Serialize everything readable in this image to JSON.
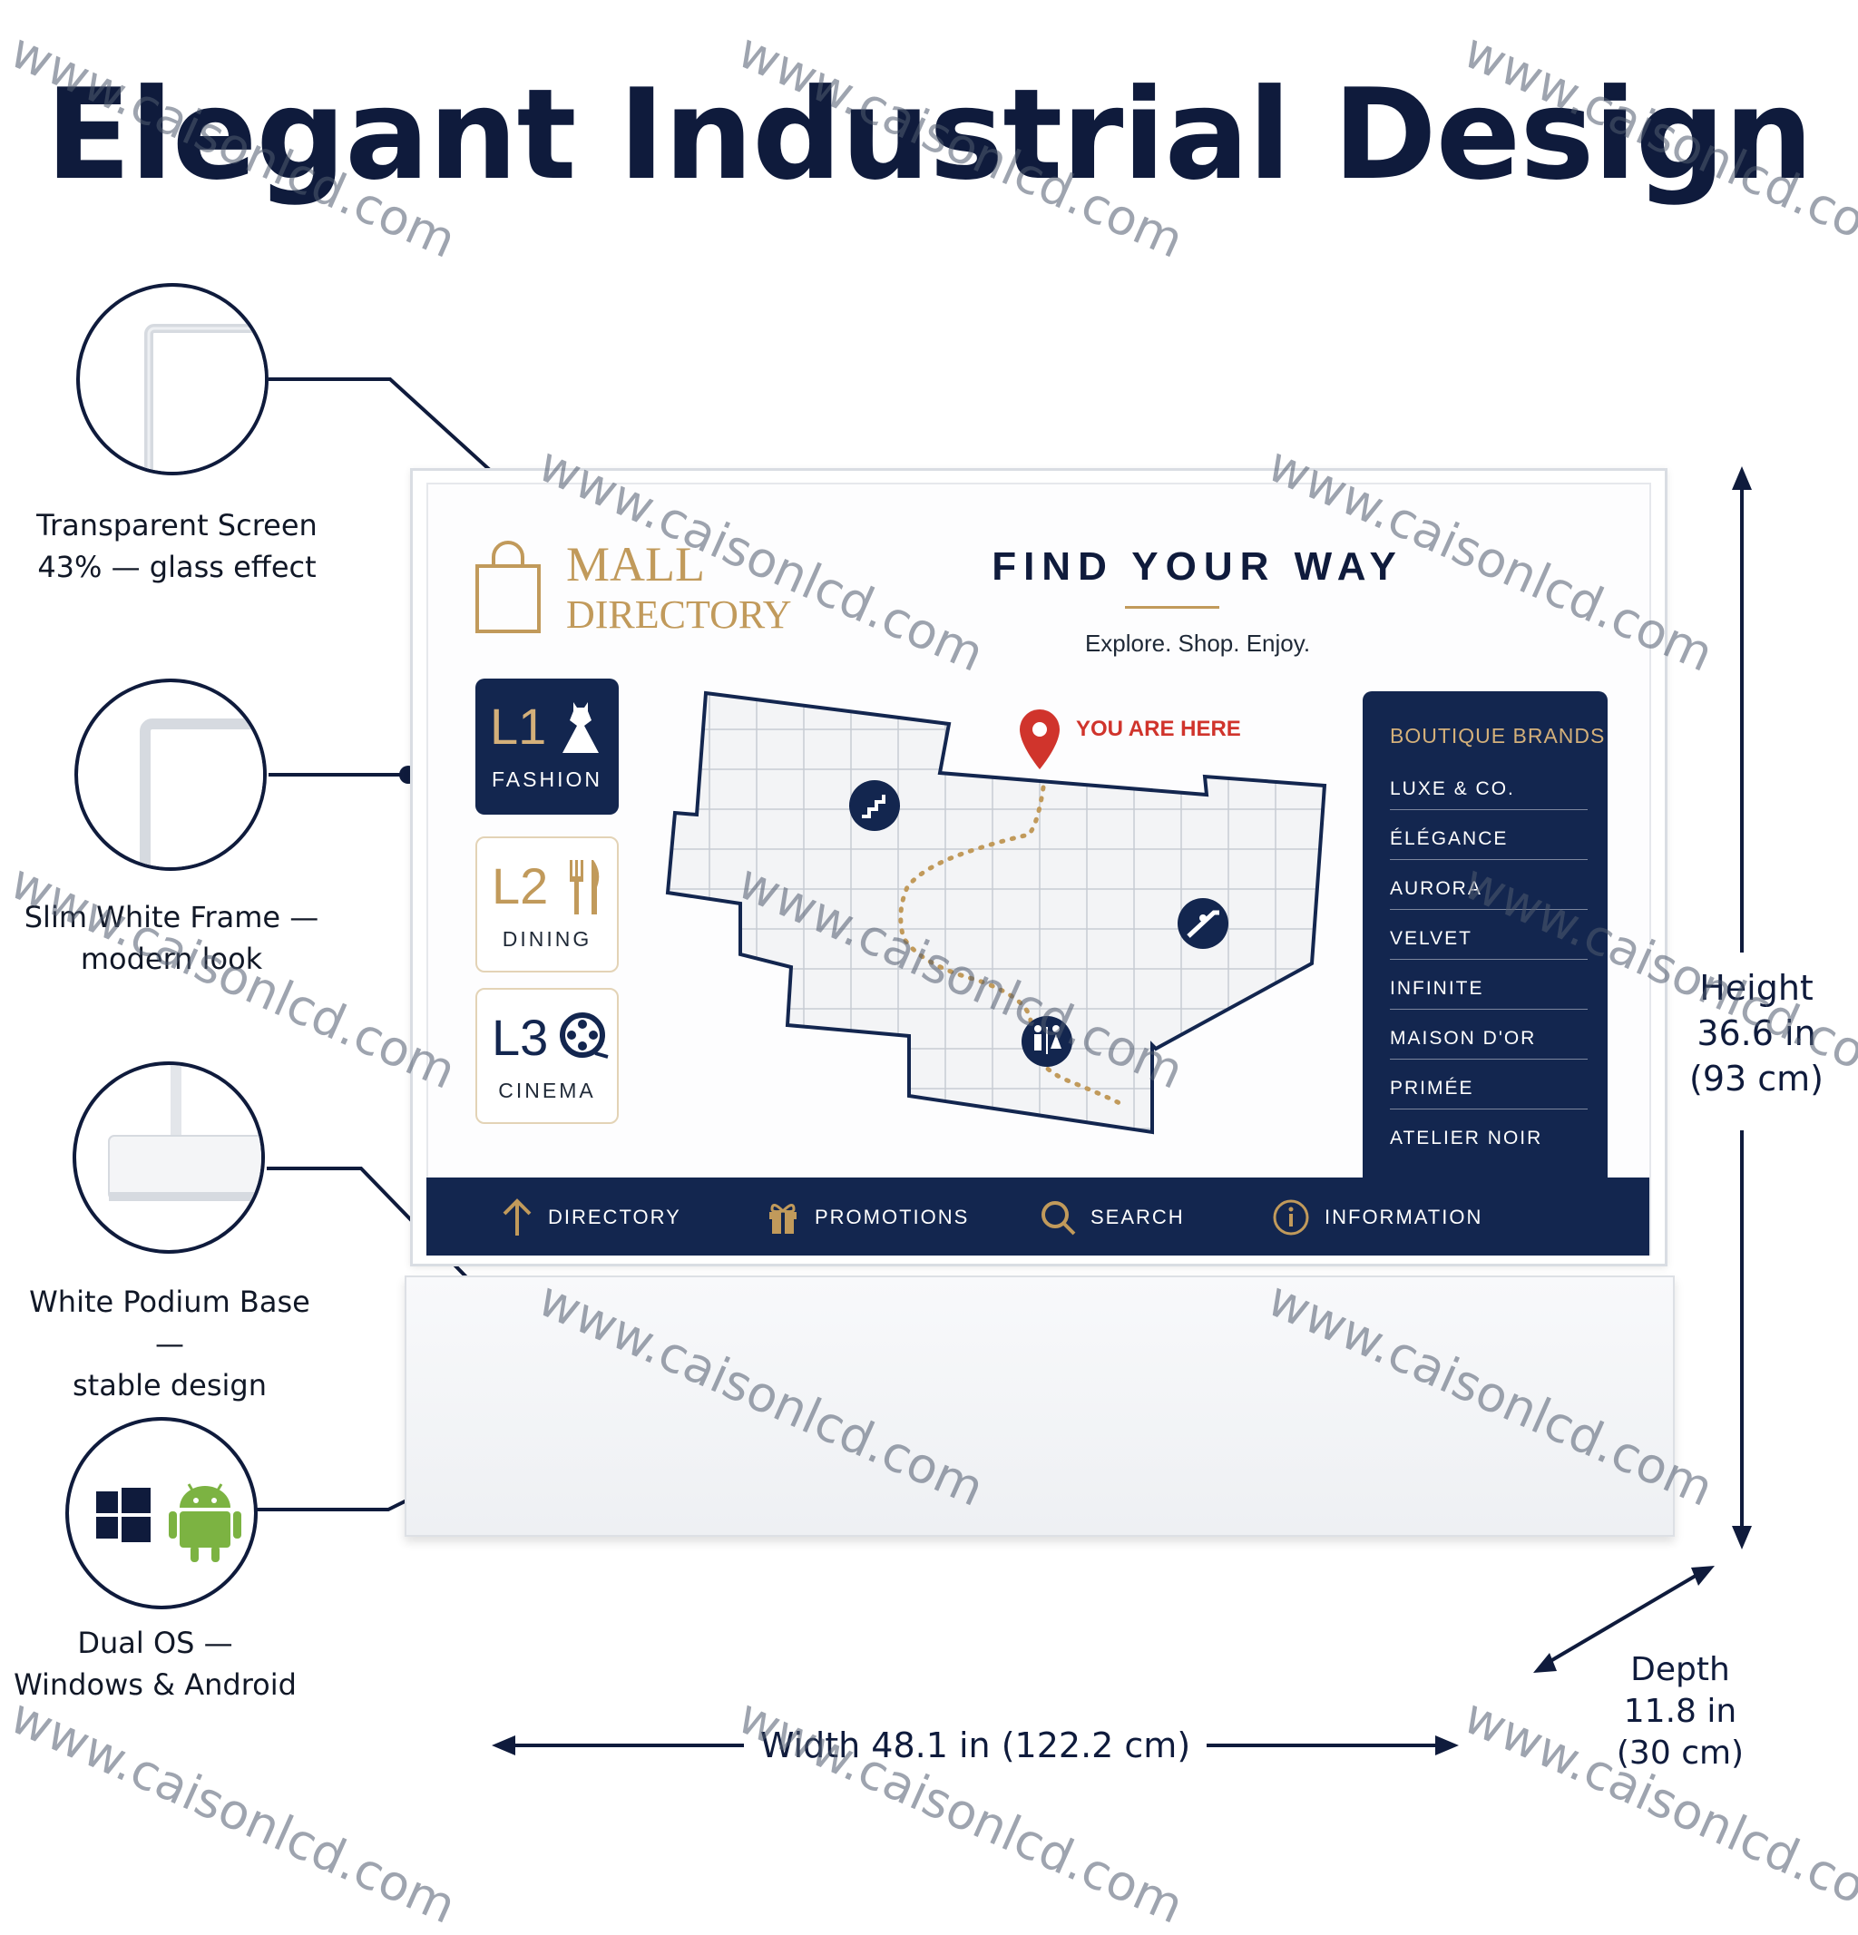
{
  "title": "Elegant Industrial Design",
  "features": [
    {
      "label_line1": "Transparent Screen",
      "label_line2": "43% — glass effect"
    },
    {
      "label_line1": "Slim White Frame —",
      "label_line2": "modern look"
    },
    {
      "label_line1": "White Podium Base —",
      "label_line2": "stable design"
    },
    {
      "label_line1": "Dual OS —",
      "label_line2": "Windows & Android"
    }
  ],
  "screen": {
    "directory_title_line1": "MALL",
    "directory_title_line2": "DIRECTORY",
    "find_title": "FIND YOUR WAY",
    "tagline": "Explore. Shop. Enjoy.",
    "you_are_here": "YOU ARE HERE",
    "levels": [
      {
        "code": "L1",
        "name": "FASHION",
        "icon": "dress-icon"
      },
      {
        "code": "L2",
        "name": "DINING",
        "icon": "fork-knife-icon"
      },
      {
        "code": "L3",
        "name": "CINEMA",
        "icon": "film-reel-icon"
      }
    ],
    "brands_title": "BOUTIQUE BRANDS",
    "brands": [
      "LUXE & CO.",
      "ÉLÉGANCE",
      "AURORA",
      "VELVET",
      "INFINITE",
      "MAISON D'OR",
      "PRIMÉE",
      "ATELIER NOIR"
    ],
    "nav": [
      {
        "label": "DIRECTORY",
        "icon": "arrow-up-icon"
      },
      {
        "label": "PROMOTIONS",
        "icon": "gift-icon"
      },
      {
        "label": "SEARCH",
        "icon": "search-icon"
      },
      {
        "label": "INFORMATION",
        "icon": "info-icon"
      }
    ]
  },
  "dimensions": {
    "height_line1": "Height",
    "height_line2": "36.6 in",
    "height_line3": "(93 cm)",
    "width": "Width 48.1 in (122.2 cm)",
    "depth_line1": "Depth",
    "depth_line2": "11.8 in",
    "depth_line3": "(30 cm)"
  },
  "watermark": "www.caisonlcd.com",
  "colors": {
    "navy": "#13264f",
    "gold": "#c19a5b",
    "red": "#d0342c"
  }
}
